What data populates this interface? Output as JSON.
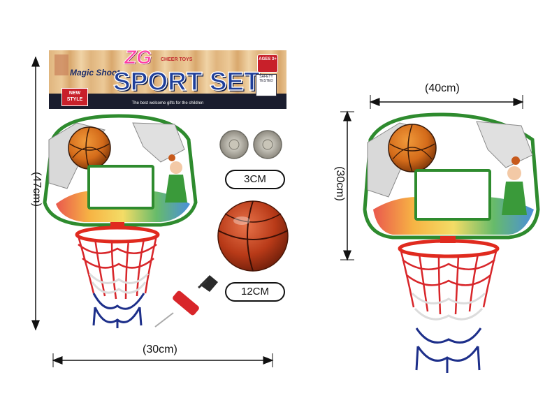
{
  "banner": {
    "brand": "ZG",
    "title": "SPORT SET",
    "subtitle": "CHEER TOYS",
    "magic_shoot": "Magic Shoot",
    "new_style": "NEW STYLE",
    "ages": "AGES 3+",
    "safety": "SAFETY TESTED",
    "tagline": "The best welcome gifts for the children"
  },
  "dimensions": {
    "left_height": "(47cm)",
    "left_width": "(30cm)",
    "right_width": "(40cm)",
    "right_height": "(30cm)"
  },
  "parts": {
    "suction_cup_size": "3CM",
    "ball_size": "12CM"
  },
  "colors": {
    "backboard_border": "#2e8b2e",
    "rim": "#e02a1e",
    "net_red": "#d8262a",
    "net_white": "#e8e8e8",
    "net_blue": "#1d2f8a",
    "ball": "#c2441c",
    "pump_red": "#d8262a",
    "banner_title": "#1f3f9a"
  }
}
